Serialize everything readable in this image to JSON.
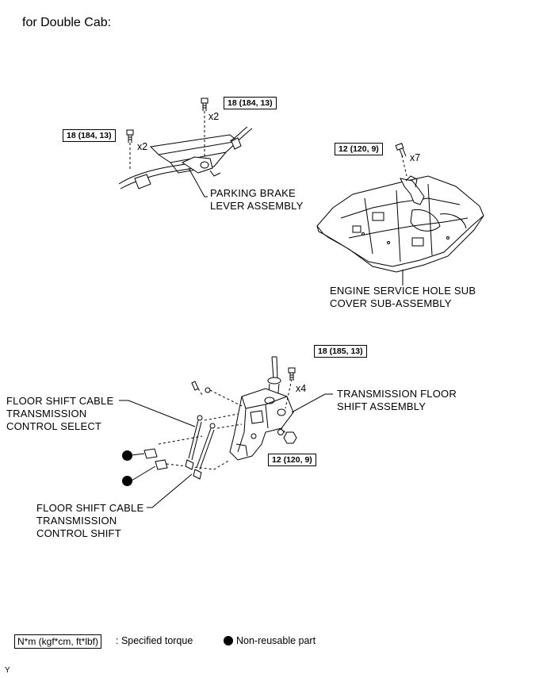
{
  "header": "for Double Cab:",
  "torques": {
    "t1": "18 (184, 13)",
    "t2": "18 (184, 13)",
    "t3": "12 (120, 9)",
    "t4": "18 (185, 13)",
    "t5": "12 (120, 9)"
  },
  "quantities": {
    "q1": "x2",
    "q2": "x2",
    "q3": "x7",
    "q4": "x4"
  },
  "labels": {
    "parking_brake": [
      "PARKING BRAKE",
      "LEVER ASSEMBLY"
    ],
    "engine_cover": [
      "ENGINE SERVICE HOLE SUB",
      "COVER SUB-ASSEMBLY"
    ],
    "select_cable": [
      "FLOOR SHIFT CABLE",
      "TRANSMISSION",
      "CONTROL SELECT"
    ],
    "shift_cable": [
      "FLOOR SHIFT CABLE",
      "TRANSMISSION",
      "CONTROL SHIFT"
    ],
    "floor_shift": [
      "TRANSMISSION FLOOR",
      "SHIFT ASSEMBLY"
    ]
  },
  "legend": {
    "torque_box": "N*m (kgf*cm, ft*lbf)",
    "torque_text": ": Specified torque",
    "nonreusable_text": "Non-reusable part"
  },
  "corner_mark": "Y"
}
